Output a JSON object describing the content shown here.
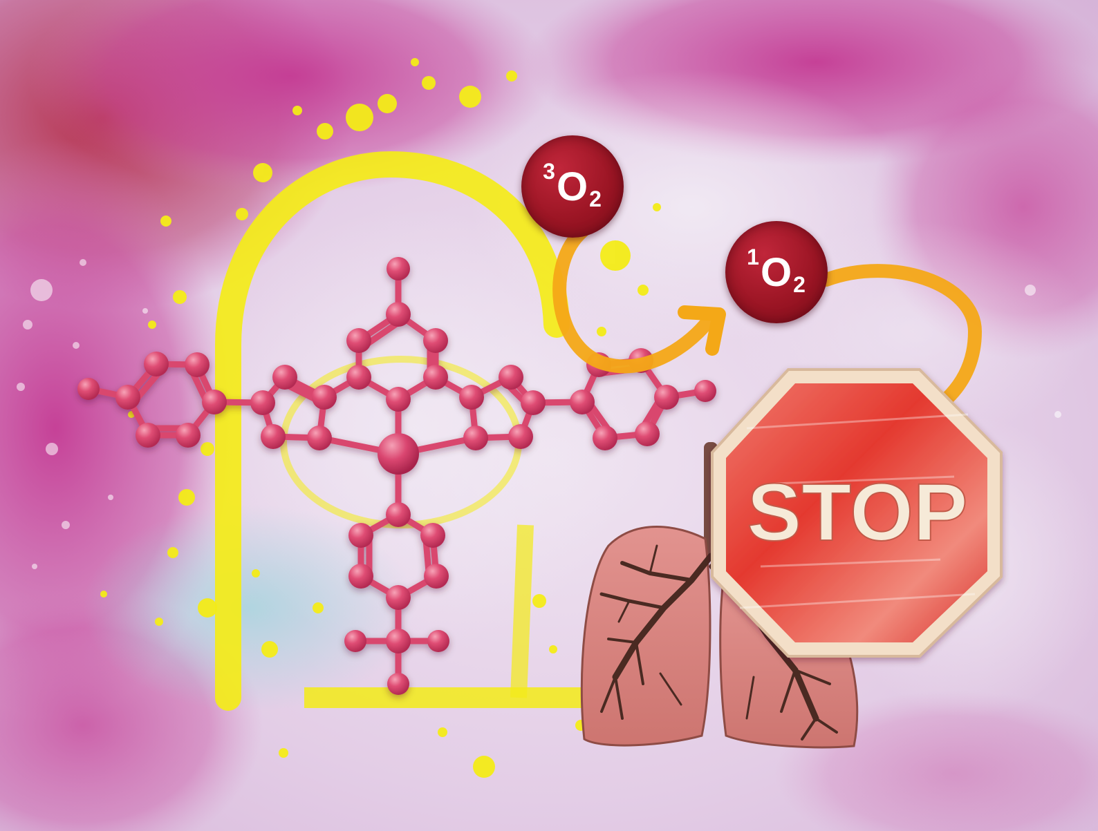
{
  "oxygen": {
    "triplet": {
      "superscript": "3",
      "element": "O",
      "subscript": "2"
    },
    "singlet": {
      "superscript": "1",
      "element": "O",
      "subscript": "2"
    }
  },
  "stop_sign": {
    "text": "STOP"
  },
  "colors": {
    "background_magenta": "#c0398e",
    "background_lilac": "#e6d3ea",
    "splash_yellow": "#f4ec18",
    "molecule_pink": "#d9466e",
    "badge_red": "#9b1524",
    "arrow_orange": "#f4a817",
    "stop_red": "#e0342c",
    "stop_border": "#f3dfc8",
    "lung_pink": "#d98682",
    "bronchi_brown": "#4a2a22"
  },
  "icons": [
    "molecule-illustration",
    "lungs-icon",
    "stop-sign-icon",
    "arrow-icon"
  ]
}
